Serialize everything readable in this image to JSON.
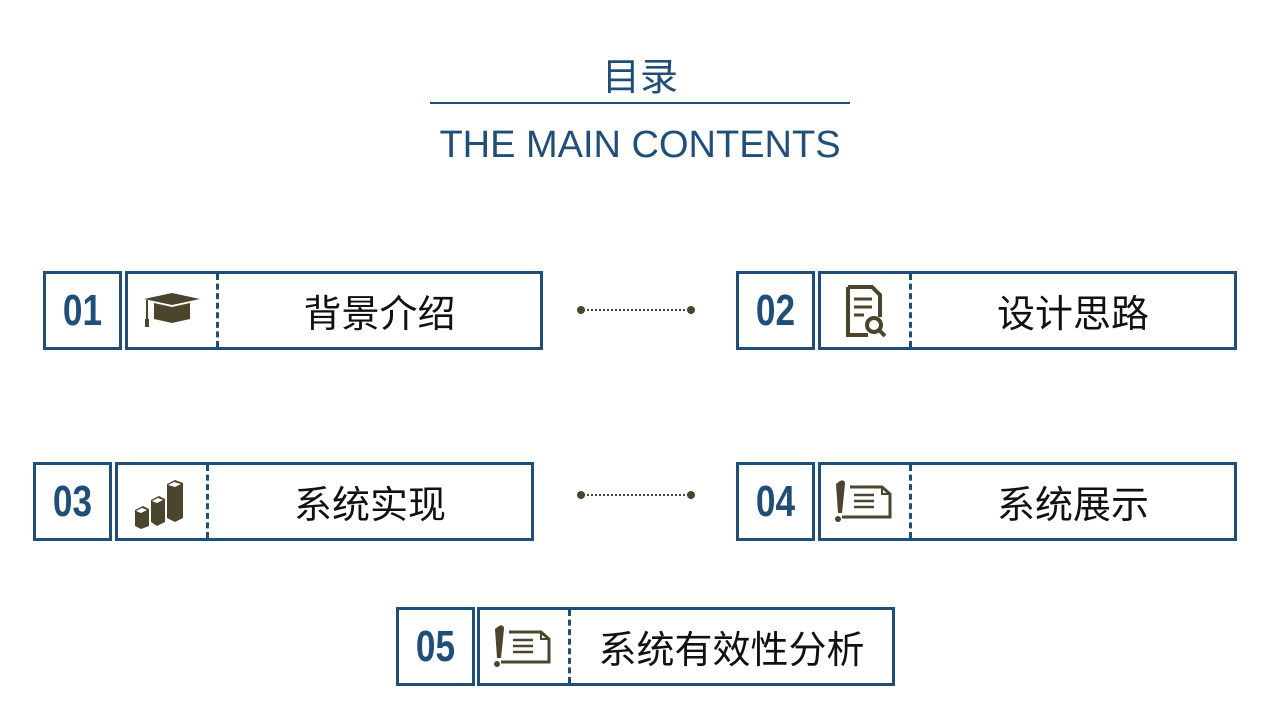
{
  "header": {
    "title": "目录",
    "subtitle": "THE MAIN CONTENTS"
  },
  "items": [
    {
      "number": "01",
      "label": "背景介绍",
      "icon": "graduation-cap-icon"
    },
    {
      "number": "02",
      "label": "设计思路",
      "icon": "document-search-icon"
    },
    {
      "number": "03",
      "label": "系统实现",
      "icon": "bar-blocks-icon"
    },
    {
      "number": "04",
      "label": "系统展示",
      "icon": "pen-document-icon"
    },
    {
      "number": "05",
      "label": "系统有效性分析",
      "icon": "pen-document-icon"
    }
  ],
  "colors": {
    "accent": "#1f4e79",
    "icon": "#4b452e"
  }
}
